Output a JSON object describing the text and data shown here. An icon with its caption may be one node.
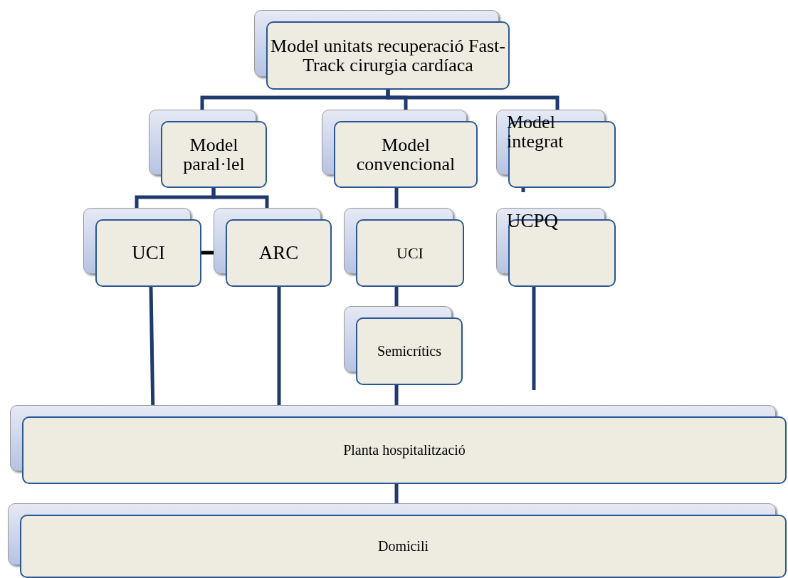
{
  "diagram": {
    "nodes": [
      {
        "text": [
          "Model unitats recuperació Fast-Track cirurgia cardíaca"
        ]
      },
      {
        "text": [
          "Model paral·lel"
        ]
      },
      {
        "text": [
          "Model convencional"
        ]
      },
      {
        "text": [
          "Model integrat"
        ]
      },
      {
        "text": [
          "UCI"
        ]
      },
      {
        "text": [
          "ARC"
        ]
      },
      {
        "text": [
          "UCI"
        ]
      },
      {
        "text": [
          "UCPQ"
        ]
      },
      {
        "text": [
          "Semicrítics"
        ]
      },
      {
        "text": [
          "Planta hospitalització"
        ]
      },
      {
        "text": [
          "Domicili"
        ]
      }
    ],
    "edges": [
      {
        "from": 0,
        "to": 1,
        "arrow": "none"
      },
      {
        "from": 0,
        "to": 2,
        "arrow": "none"
      },
      {
        "from": 0,
        "to": 3,
        "arrow": "none"
      },
      {
        "from": 1,
        "to": 4,
        "arrow": "none"
      },
      {
        "from": 1,
        "to": 5,
        "arrow": "none"
      },
      {
        "from": 4,
        "to": 5,
        "arrow": "none",
        "color": "#000000"
      },
      {
        "from": 2,
        "to": 6,
        "arrow": "none"
      },
      {
        "from": 3,
        "to": 7,
        "arrow": "none",
        "style": "dashed"
      },
      {
        "from": 7,
        "to": null,
        "arrow": "none"
      },
      {
        "from": 4,
        "to": 9,
        "arrow": "none"
      },
      {
        "from": 5,
        "to": 9,
        "arrow": "none"
      },
      {
        "from": 6,
        "to": 8,
        "arrow": "none"
      },
      {
        "from": 8,
        "to": 9,
        "arrow": "none"
      },
      {
        "from": 9,
        "to": 10,
        "arrow": "none"
      }
    ]
  }
}
